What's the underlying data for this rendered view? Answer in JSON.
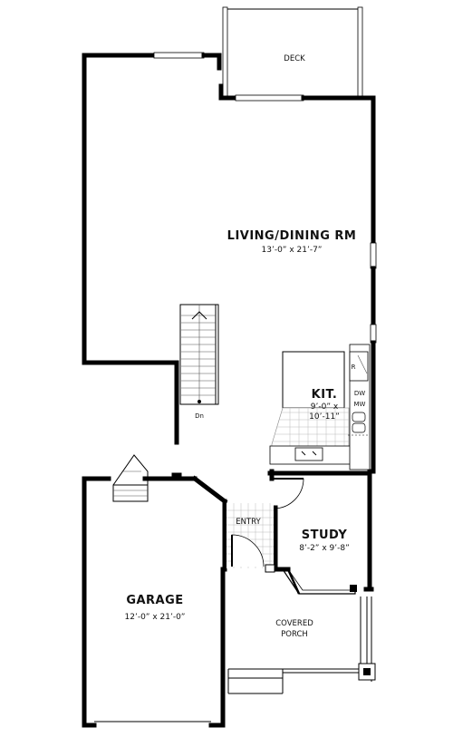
{
  "rooms": {
    "deck": {
      "name": "DECK"
    },
    "living": {
      "name": "LIVING/DINING RM",
      "size": "13’-0” x 21’-7”"
    },
    "kitchen": {
      "name": "KIT.",
      "size_line1": "9’-0” x",
      "size_line2": "10’-11”"
    },
    "study": {
      "name": "STUDY",
      "size": "8’-2” x 9’-8”"
    },
    "garage": {
      "name": "GARAGE",
      "size": "12’-0” x 21’-0”"
    },
    "entry": {
      "name": "ENTRY"
    },
    "porch": {
      "name_line1": "COVERED",
      "name_line2": "PORCH"
    }
  },
  "fixtures": {
    "stair_label": "Dn",
    "refrigerator": "R",
    "dishwasher": "DW",
    "microwave": "MW"
  }
}
